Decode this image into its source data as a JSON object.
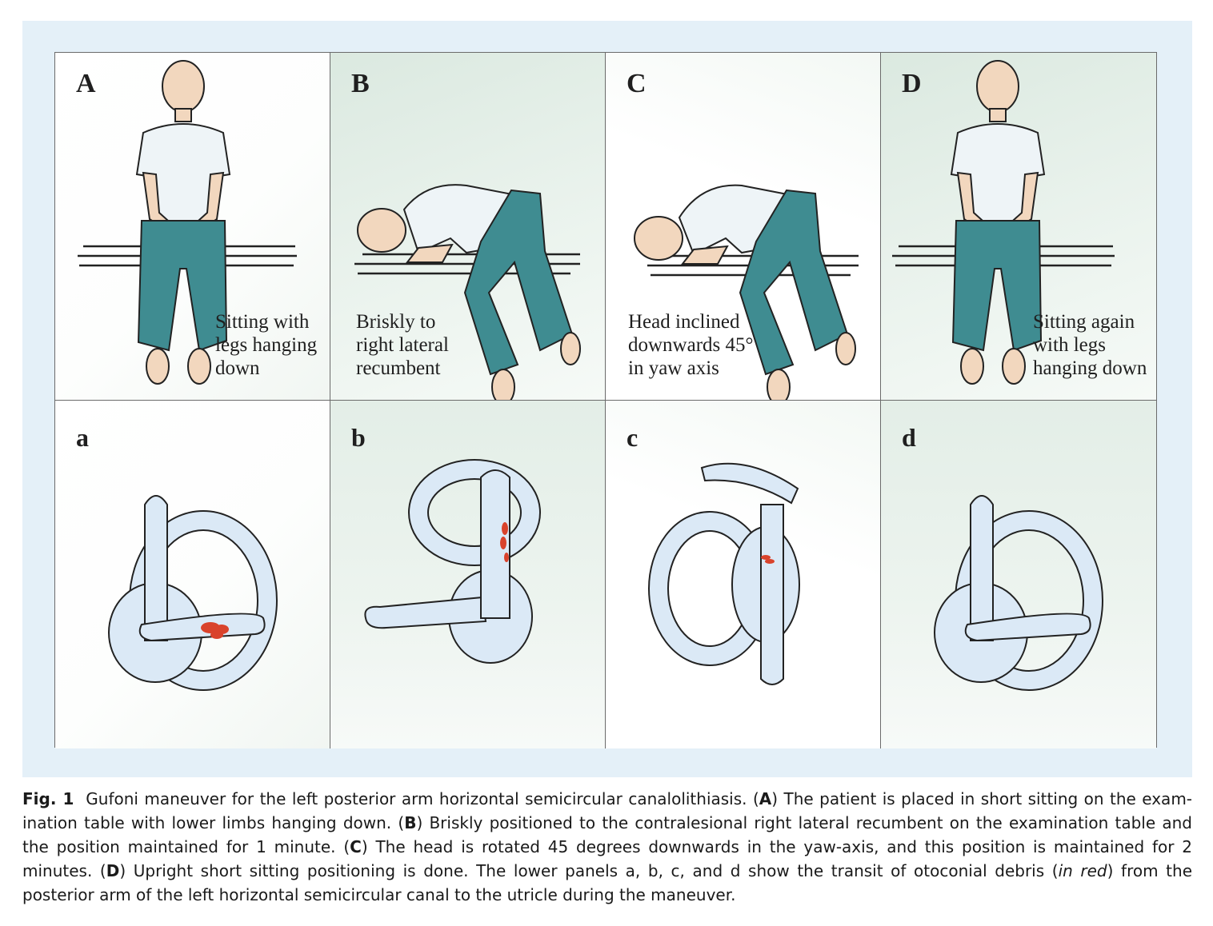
{
  "panels_upper": [
    {
      "letter": "A",
      "text": "Sitting with\nlegs hanging\ndown"
    },
    {
      "letter": "B",
      "text": "Briskly to\nright lateral\nrecumbent"
    },
    {
      "letter": "C",
      "text": "Head inclined\ndownwards 45°\nin yaw axis"
    },
    {
      "letter": "D",
      "text": "Sitting again\nwith legs\nhanging down"
    }
  ],
  "panels_lower": [
    {
      "letter": "a"
    },
    {
      "letter": "b"
    },
    {
      "letter": "c"
    },
    {
      "letter": "d"
    }
  ],
  "caption": {
    "label": "Fig. 1",
    "intro": "Gufoni maneuver for the left posterior arm horizontal semicircular canalolithiasis. (",
    "A": "A",
    "t1": ") The patient is placed in short sitting on the exam- ination table with lower limbs hanging down. (",
    "B": "B",
    "t2": ") Briskly positioned to the contralesional right lateral recumbent on the examination table and the position maintained for 1 minute. (",
    "C": "C",
    "t3": ") The head is rotated 45 degrees downwards in the yaw-axis, and this position is maintained for 2 minutes. (",
    "D": "D",
    "t4": ") Upright short sitting positioning is done. The lower panels a, b, c, and d show the transit of otoconial debris (",
    "in_red": "in red",
    "t5": ") from the posterior arm of the left horizontal semicircular canal to the utricle during the maneuver."
  },
  "colors": {
    "frame_bg": "#e4f0f8",
    "shirt": "#eef4f7",
    "pants": "#3f8c91",
    "skin": "#f2d7be",
    "canal": "#dbe9f6",
    "debris": "#d9432c"
  }
}
